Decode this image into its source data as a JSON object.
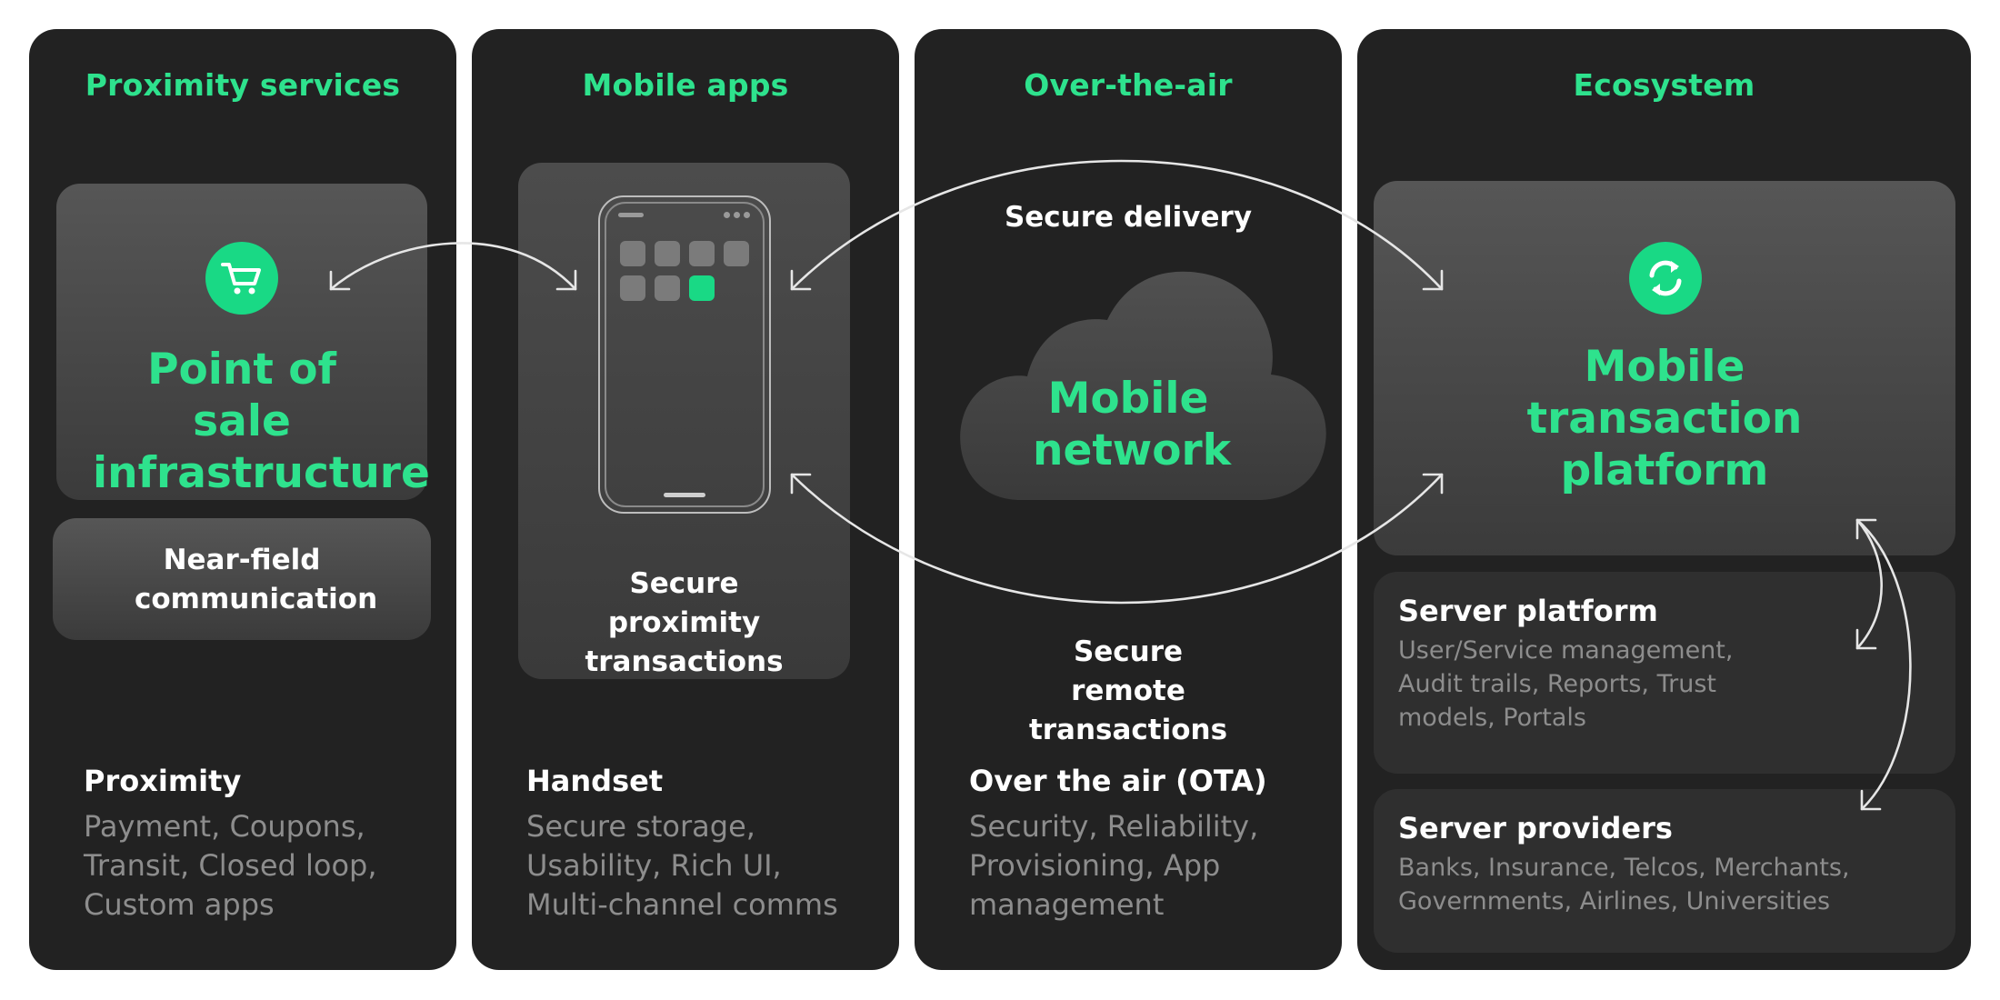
{
  "columns": {
    "proximity": {
      "title": "Proximity services",
      "card_title": "Point of sale infrastructure",
      "nfc_label": "Near-field communication",
      "section_title": "Proximity",
      "section_text": "Payment, Coupons, Transit, Closed loop, Custom apps"
    },
    "mobile_apps": {
      "title": "Mobile apps",
      "card_caption": "Secure proximity transactions",
      "section_title": "Handset",
      "section_text": "Secure storage, Usability, Rich UI, Multi-channel comms"
    },
    "ota": {
      "title": "Over-the-air",
      "top_label": "Secure delivery",
      "cloud_label": "Mobile network",
      "bottom_label": "Secure remote transactions",
      "section_title": "Over the air (OTA)",
      "section_text": "Security, Reliability, Provisioning, App management"
    },
    "ecosystem": {
      "title": "Ecosystem",
      "card_title": "Mobile transaction platform",
      "server_platform_title": "Server platform",
      "server_platform_text": "User/Service management, Audit trails, Reports, Trust models, Portals",
      "server_providers_title": "Server providers",
      "server_providers_text": "Banks, Insurance, Telcos, Merchants, Governments, Airlines, Universities"
    }
  },
  "icons": {
    "pos": "shopping-cart-icon",
    "platform": "refresh-icon",
    "phone": "smartphone-icon",
    "cloud": "cloud-icon"
  },
  "colors": {
    "accent": "#2ee28d",
    "panel": "#222222",
    "muted_text": "#8d8d8d"
  }
}
